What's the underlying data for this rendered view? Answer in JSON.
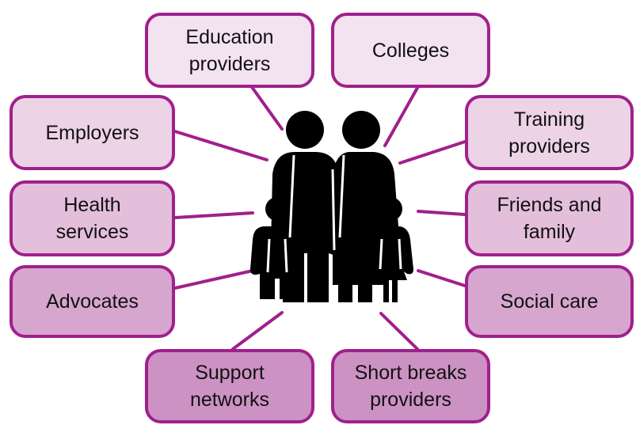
{
  "diagram": {
    "nodes": [
      {
        "id": "education",
        "label": "Education\nproviders"
      },
      {
        "id": "colleges",
        "label": "Colleges"
      },
      {
        "id": "employers",
        "label": "Employers"
      },
      {
        "id": "training",
        "label": "Training\nproviders"
      },
      {
        "id": "health",
        "label": "Health\nservices"
      },
      {
        "id": "friends",
        "label": "Friends and\nfamily"
      },
      {
        "id": "advocates",
        "label": "Advocates"
      },
      {
        "id": "social",
        "label": "Social care"
      },
      {
        "id": "support",
        "label": "Support\nnetworks"
      },
      {
        "id": "short",
        "label": "Short breaks\nproviders"
      }
    ],
    "center_icon": "family-icon",
    "colors": {
      "border": "#a0208c",
      "connector": "#a0208c",
      "icon": "#000000"
    }
  }
}
